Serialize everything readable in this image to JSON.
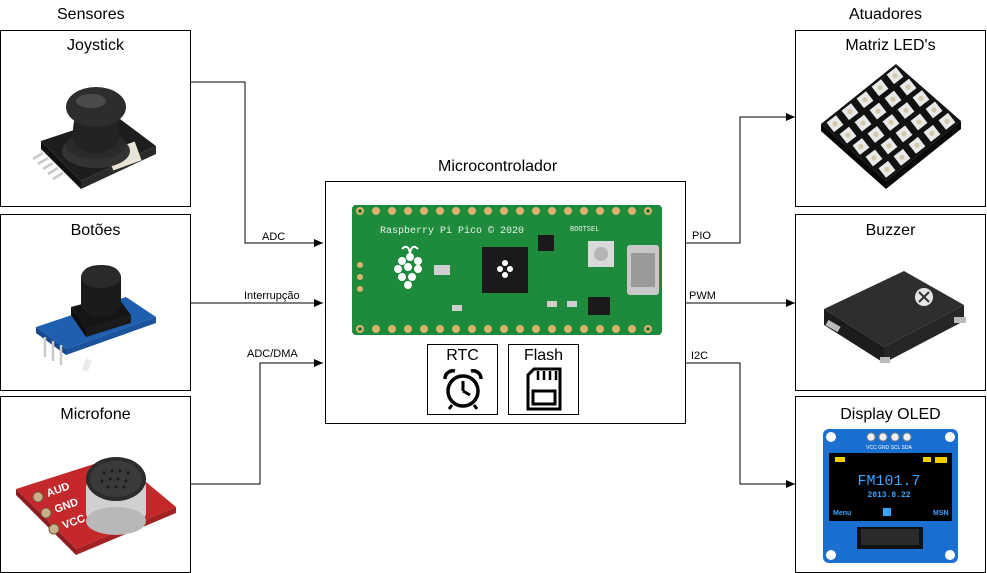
{
  "sections": {
    "sensors": "Sensores",
    "actuators": "Atuadores"
  },
  "sensors": [
    {
      "title": "Joystick"
    },
    {
      "title": "Botões"
    },
    {
      "title": "Microfone",
      "pins": [
        "AUD",
        "GND",
        "VCC"
      ]
    }
  ],
  "controller": {
    "title": "Microcontrolador",
    "board_text": "Raspberry Pi Pico © 2020",
    "bootsel": "BOOTSEL",
    "rtc": "RTC",
    "flash": "Flash"
  },
  "actuators": [
    {
      "title": "Matriz LED's"
    },
    {
      "title": "Buzzer"
    },
    {
      "title": "Display OLED",
      "header_pins": "VCC GND SCL SDA",
      "screen": {
        "freq": "FM101.7",
        "date": "2013.8.22",
        "left": "Menu",
        "right": "MSN"
      }
    }
  ],
  "links": {
    "adc": "ADC",
    "interrupt": "Interrupção",
    "adc_dma": "ADC/DMA",
    "pio": "PIO",
    "pwm": "PWM",
    "i2c": "I2C"
  },
  "colors": {
    "pcb_green": "#1e8a3c",
    "sensor_blue": "#1f5fb0",
    "mic_red": "#c4282a",
    "oled_blue": "#1a6fd0"
  }
}
